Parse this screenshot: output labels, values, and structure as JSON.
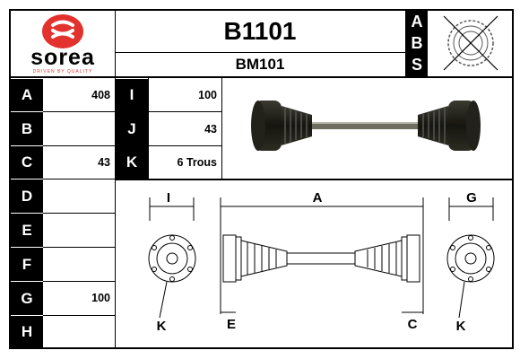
{
  "brand": {
    "name": "sorea",
    "tagline": "DRIVEN BY QUALITY",
    "color": "#e3312d"
  },
  "header": {
    "part_number": "B1101",
    "reference": "BM101",
    "abs_letters": [
      "A",
      "B",
      "S"
    ]
  },
  "specs_left": [
    {
      "label": "A",
      "value": "408"
    },
    {
      "label": "B",
      "value": ""
    },
    {
      "label": "C",
      "value": "43"
    },
    {
      "label": "D",
      "value": ""
    },
    {
      "label": "E",
      "value": ""
    },
    {
      "label": "F",
      "value": ""
    },
    {
      "label": "G",
      "value": "100"
    },
    {
      "label": "H",
      "value": ""
    }
  ],
  "specs_right": [
    {
      "label": "I",
      "value": "100"
    },
    {
      "label": "J",
      "value": "43"
    },
    {
      "label": "K",
      "value": "6 Trous"
    }
  ],
  "diagram": {
    "labels": {
      "I": "I",
      "A": "A",
      "G": "G",
      "K_left": "K",
      "E": "E",
      "C": "C",
      "K_right": "K"
    }
  }
}
